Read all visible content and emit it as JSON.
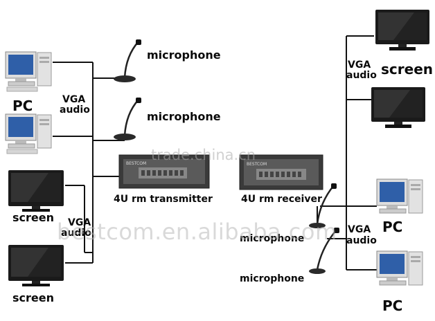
{
  "labels": {
    "pc_left": "PC",
    "vga_left_top": "VGA",
    "audio_left_top": "audio",
    "mic_1": "microphone",
    "mic_2": "microphone",
    "screen_left_1": "screen",
    "vga_left_bottom": "VGA",
    "audio_left_bottom": "audio",
    "screen_left_2": "screen",
    "transmitter": "4U rm transmitter",
    "receiver": "4U rm receiver",
    "vga_right_top": "VGA",
    "audio_right_top": "audio",
    "screen_right": "screen",
    "pc_right_1": "PC",
    "vga_right_bottom": "VGA",
    "audio_right_bottom": "audio",
    "mic_3": "microphone",
    "mic_4": "microphone",
    "pc_right_2": "PC"
  },
  "watermarks": {
    "site": "trade.china.cn",
    "brand": "bestcom.en.alibaba.com"
  },
  "device_branding": {
    "transmitter_plate": "BESTCOM",
    "receiver_plate": "BESTCOM"
  },
  "colors": {
    "line": "#111111",
    "monitor_bezel": "#1a1a1a",
    "screen_blue": "#2f5fa8",
    "rack_body": "#3a3a3a"
  }
}
